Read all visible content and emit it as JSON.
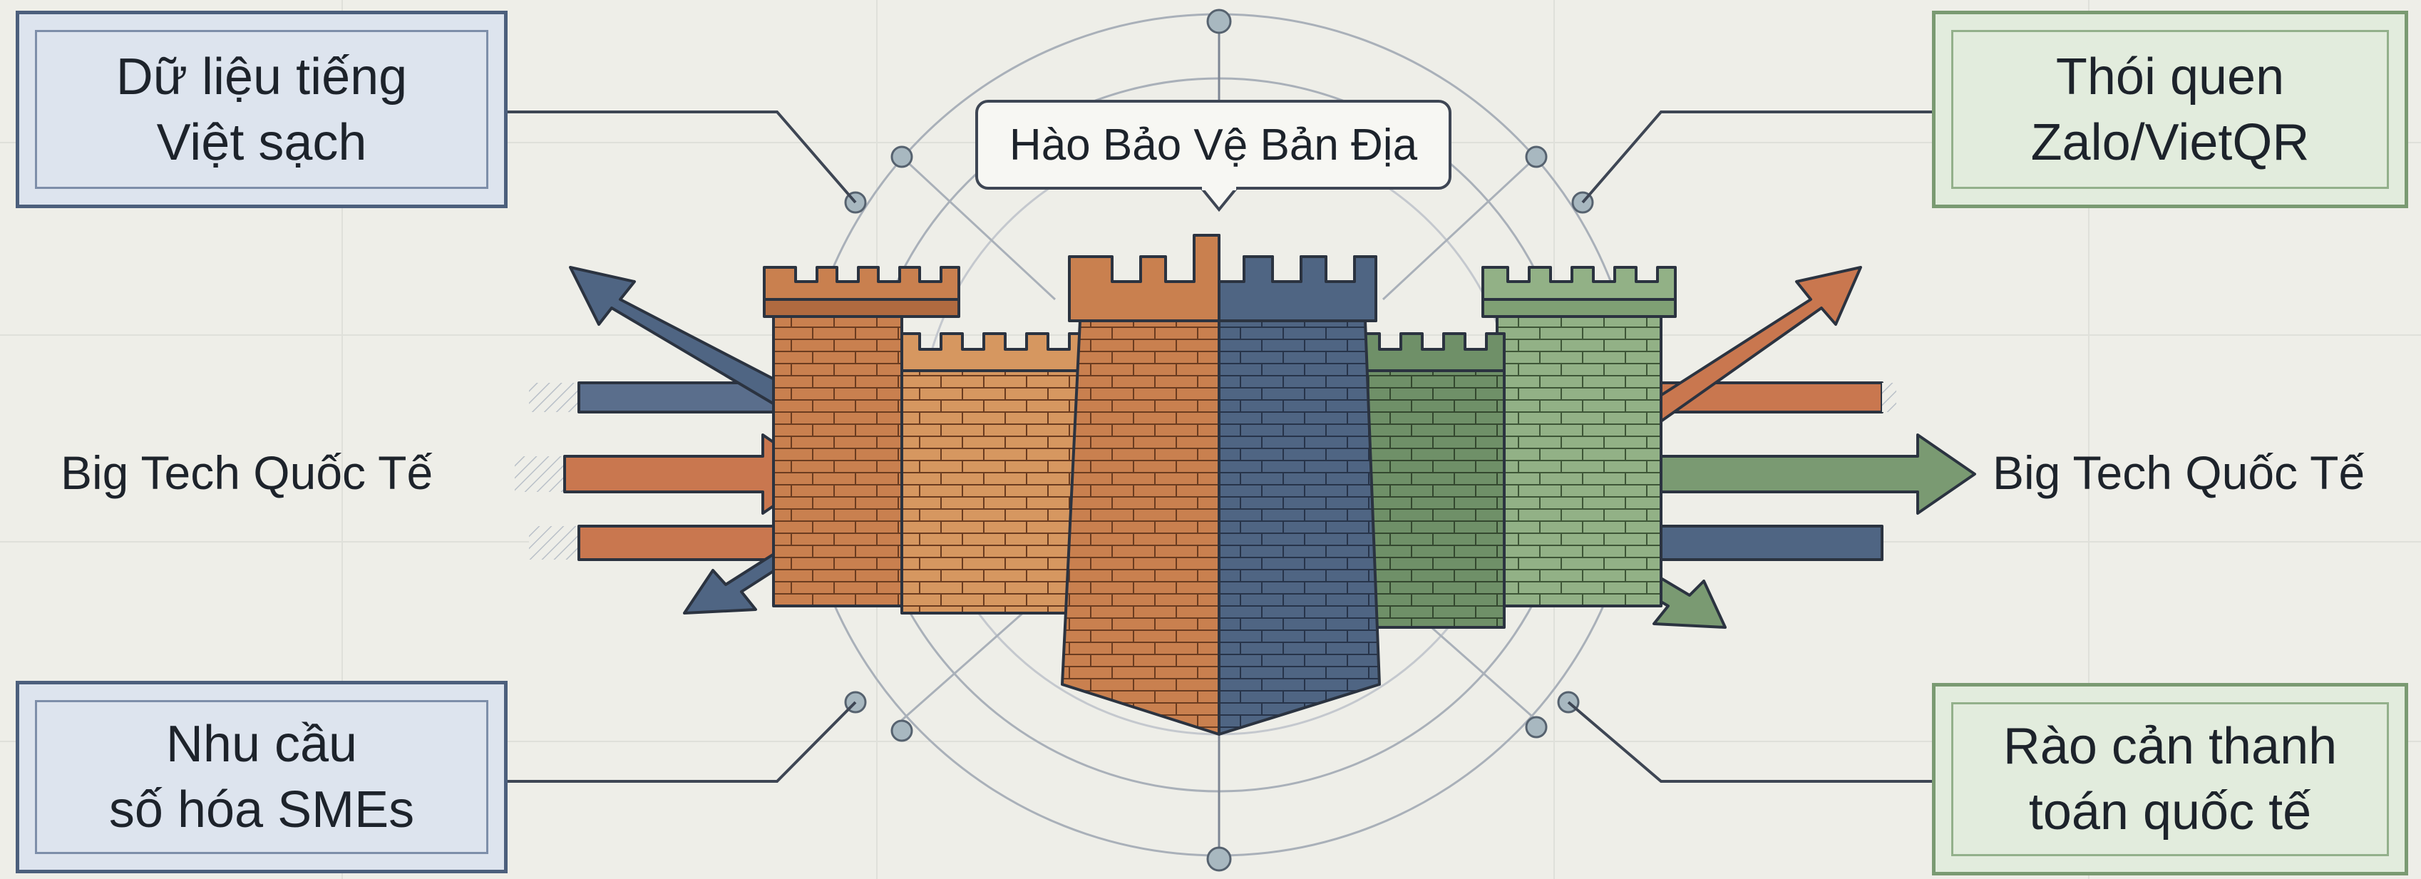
{
  "title": "Hào Bảo Vệ Bản Địa",
  "cards": {
    "top_left": [
      "Dữ liệu tiếng",
      "Việt sạch"
    ],
    "top_right": [
      "Thói quen",
      "Zalo/VietQR"
    ],
    "bottom_left": [
      "Nhu cầu",
      "số hóa SMEs"
    ],
    "bottom_right": [
      "Rào cản thanh",
      "toán quốc tế"
    ]
  },
  "side_labels": {
    "left": "Big Tech Quốc Tế",
    "right": "Big Tech Quốc Tế"
  },
  "colors": {
    "background": "#eeeee8",
    "blue": "#4c5f7c",
    "orange": "#c9774f",
    "green": "#7a9a72",
    "card_blue": "#dde4ee",
    "card_green": "#e2ecdd"
  }
}
